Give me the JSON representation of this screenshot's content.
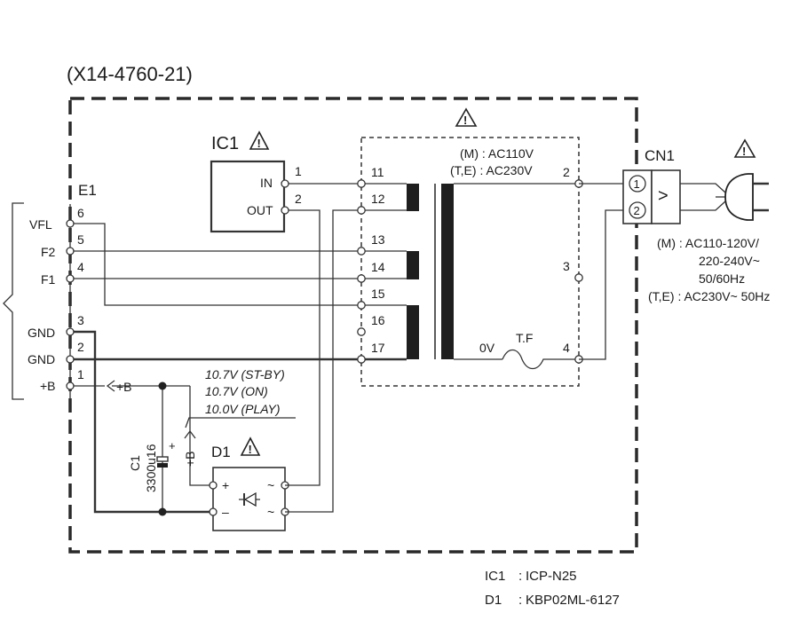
{
  "part_number": "(X14-4760-21)",
  "ic1": {
    "label": "IC1",
    "pin_in": "IN",
    "pin_out": "OUT",
    "pin1": "1",
    "pin2": "2"
  },
  "e1": {
    "label": "E1",
    "pins": [
      {
        "name": "VFL",
        "num": "6"
      },
      {
        "name": "F2",
        "num": "5"
      },
      {
        "name": "F1",
        "num": "4"
      },
      {
        "name": "GND",
        "num": "3"
      },
      {
        "name": "GND",
        "num": "2"
      },
      {
        "name": "+B",
        "num": "1"
      }
    ]
  },
  "transformer": {
    "primary_label_m": "(M)  : AC110V",
    "primary_label_te": "(T,E)  : AC230V",
    "terminals_left": [
      "11",
      "12",
      "13",
      "14",
      "15",
      "16",
      "17"
    ],
    "terminals_right": [
      "2",
      "3",
      "4"
    ],
    "zero_v": "0V",
    "fuse": "T.F"
  },
  "cn1": {
    "label": "CN1",
    "pin1": "1",
    "pin2": "2",
    "arrow": ">"
  },
  "mains_spec": {
    "m_line1": "(M)  : AC110-120V/",
    "m_line2": "220-240V~",
    "m_line3": "50/60Hz",
    "te_line": "(T,E)  : AC230V~ 50Hz"
  },
  "plusb": {
    "label_arrow": "+B",
    "label_vertical": "+B",
    "voltages": [
      "10.7V (ST-BY)",
      "10.7V (ON)",
      "10.0V (PLAY)"
    ]
  },
  "c1": {
    "label": "C1",
    "value": "3300u16",
    "plus": "+"
  },
  "d1": {
    "label": "D1",
    "plus": "+",
    "minus": "–",
    "ac": "~"
  },
  "warning_symbol": "!",
  "parts_list": [
    {
      "ref": "IC1",
      "sep": ":",
      "part": "ICP-N25"
    },
    {
      "ref": "D1",
      "sep": ":",
      "part": "KBP02ML-6127"
    }
  ]
}
